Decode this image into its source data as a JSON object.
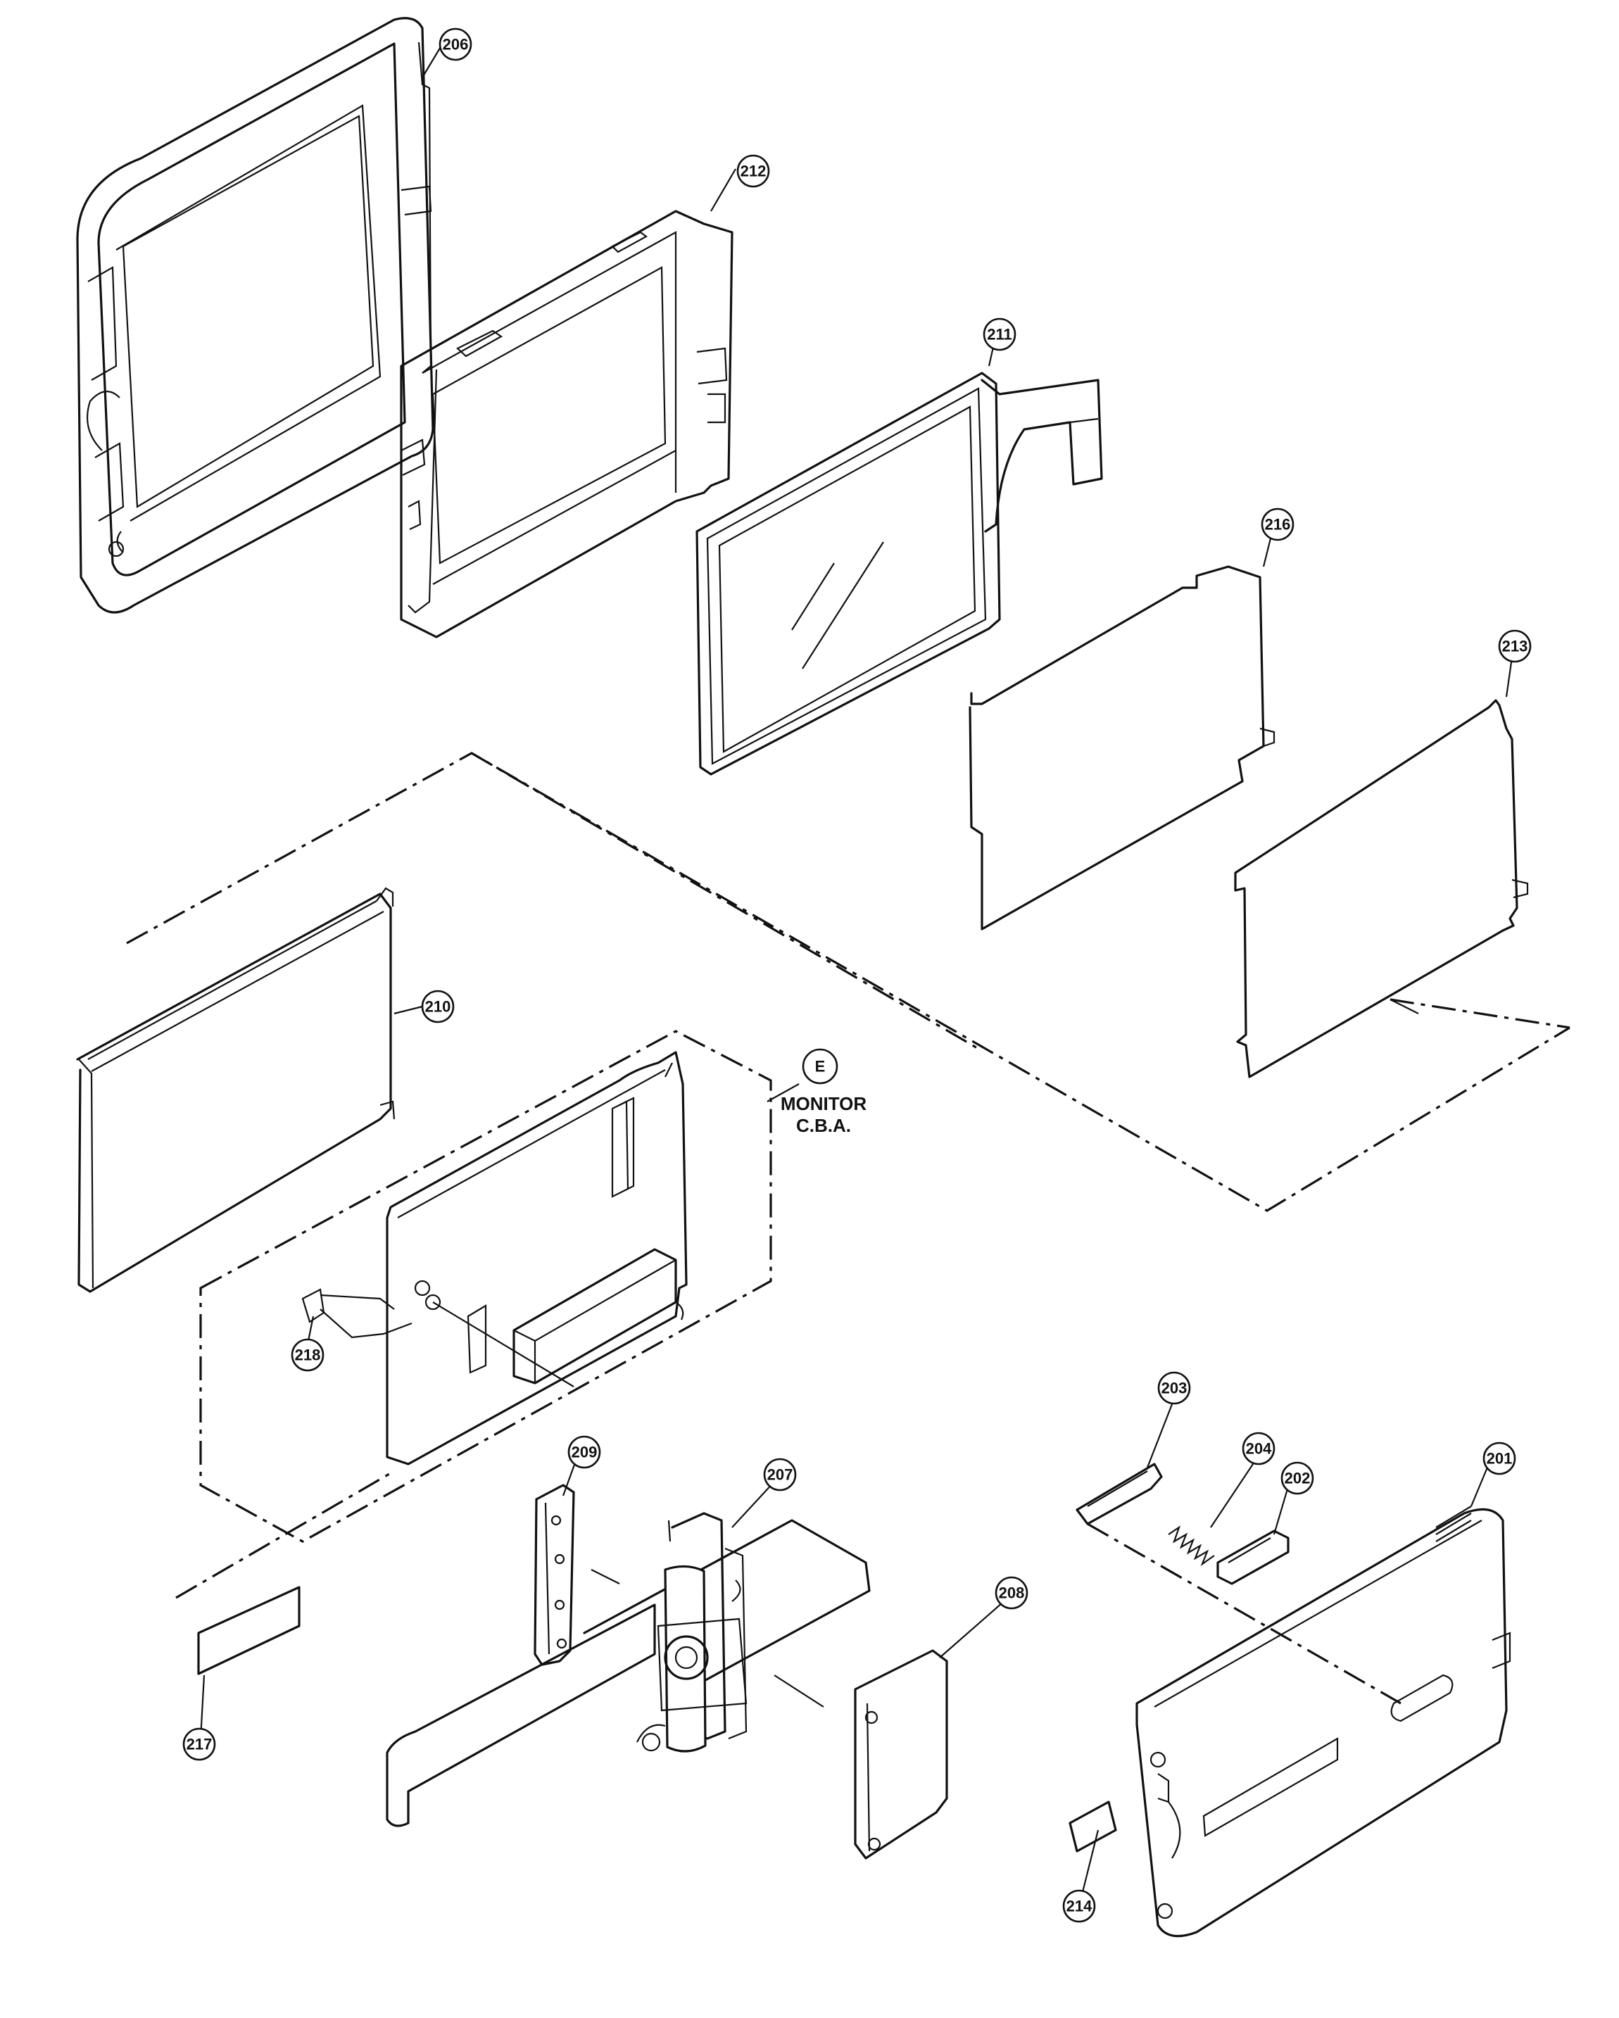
{
  "callouts": {
    "p201": "201",
    "p202": "202",
    "p203": "203",
    "p204": "204",
    "p206": "206",
    "p207": "207",
    "p208": "208",
    "p209": "209",
    "p210": "210",
    "p211": "211",
    "p212": "212",
    "p213": "213",
    "p214": "214",
    "p216": "216",
    "p217": "217",
    "p218": "218"
  },
  "assembly": {
    "letter": "E",
    "line1": "MONITOR",
    "line2": "C.B.A."
  }
}
